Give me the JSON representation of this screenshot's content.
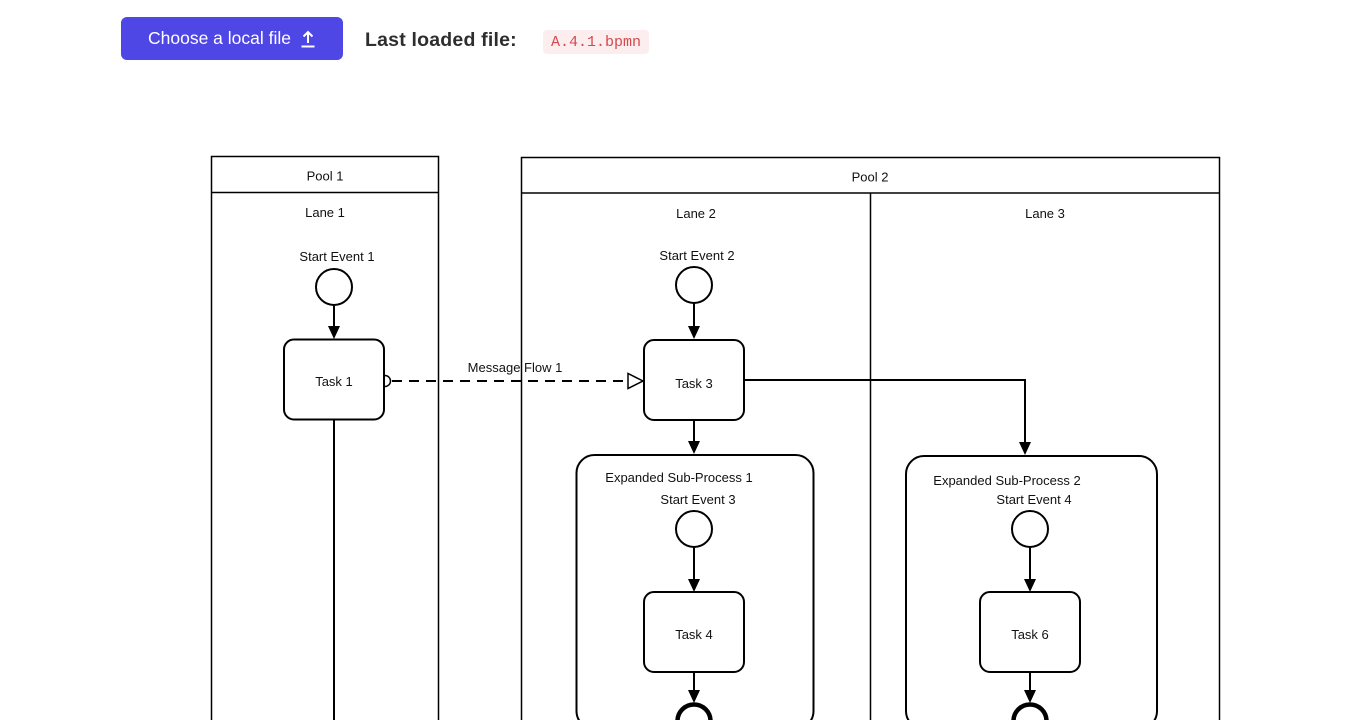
{
  "header": {
    "choose_file_button": "Choose a local file",
    "upload_icon_name": "upload-icon",
    "last_loaded_label": "Last loaded file:",
    "last_loaded_file": "A.4.1.bpmn"
  },
  "colors": {
    "button_bg": "#4e46e5",
    "button_text": "#ffffff",
    "file_chip_text": "#d24a4e",
    "file_chip_bg": "#fceeee",
    "diagram_stroke": "#000000",
    "diagram_label_text": "#111111"
  },
  "diagram": {
    "pool1": {
      "label": "Pool 1",
      "lane1": "Lane 1"
    },
    "pool2": {
      "label": "Pool 2",
      "lane2": "Lane 2",
      "lane3": "Lane 3"
    },
    "nodes": {
      "start_event_1": "Start Event 1",
      "task_1": "Task 1",
      "start_event_2": "Start Event 2",
      "task_3": "Task 3",
      "sub_process_1": "Expanded Sub-Process 1",
      "start_event_3": "Start Event 3",
      "task_4": "Task 4",
      "sub_process_2": "Expanded Sub-Process 2",
      "start_event_4": "Start Event 4",
      "task_6": "Task 6"
    },
    "flows": {
      "message_flow_1": "Message Flow 1"
    }
  }
}
